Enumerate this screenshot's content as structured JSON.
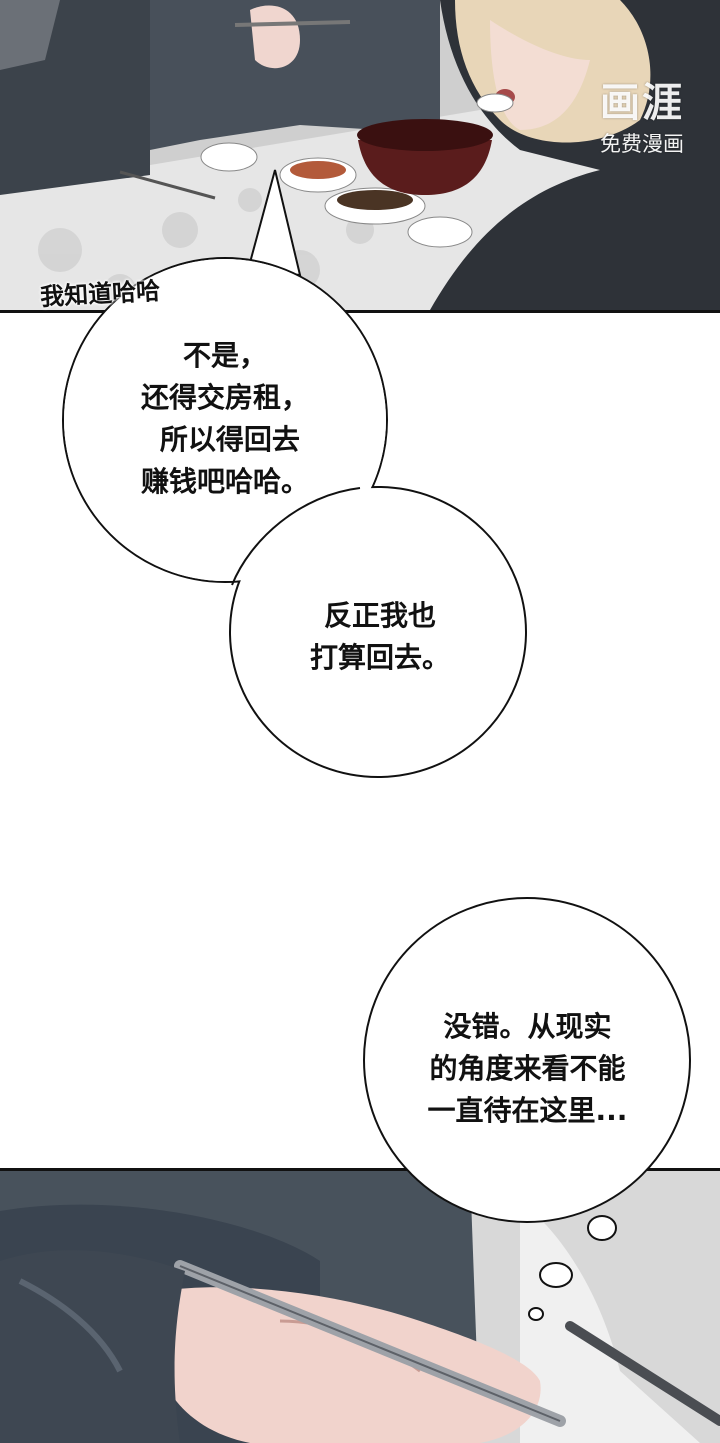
{
  "panels": {
    "top": {
      "description_icon": "dinner-table-scene"
    },
    "bottom": {
      "description_icon": "hand-holding-chopsticks-scene"
    }
  },
  "watermark": {
    "logo": "画涯",
    "subtitle": "免费漫画"
  },
  "sfx": {
    "text": "我知道哈哈"
  },
  "bubbles": {
    "first": "不是，\n还得交房租，\n 所以得回去\n赚钱吧哈哈。",
    "second": "反正我也\n打算回去。",
    "third": "没错。从现实\n的角度来看不能\n一直待在这里..."
  },
  "colors": {
    "bubble_fill": "#ffffff",
    "bubble_stroke": "#111111",
    "tablecloth": "#e4e4e4",
    "jacket": "#3a4048"
  }
}
